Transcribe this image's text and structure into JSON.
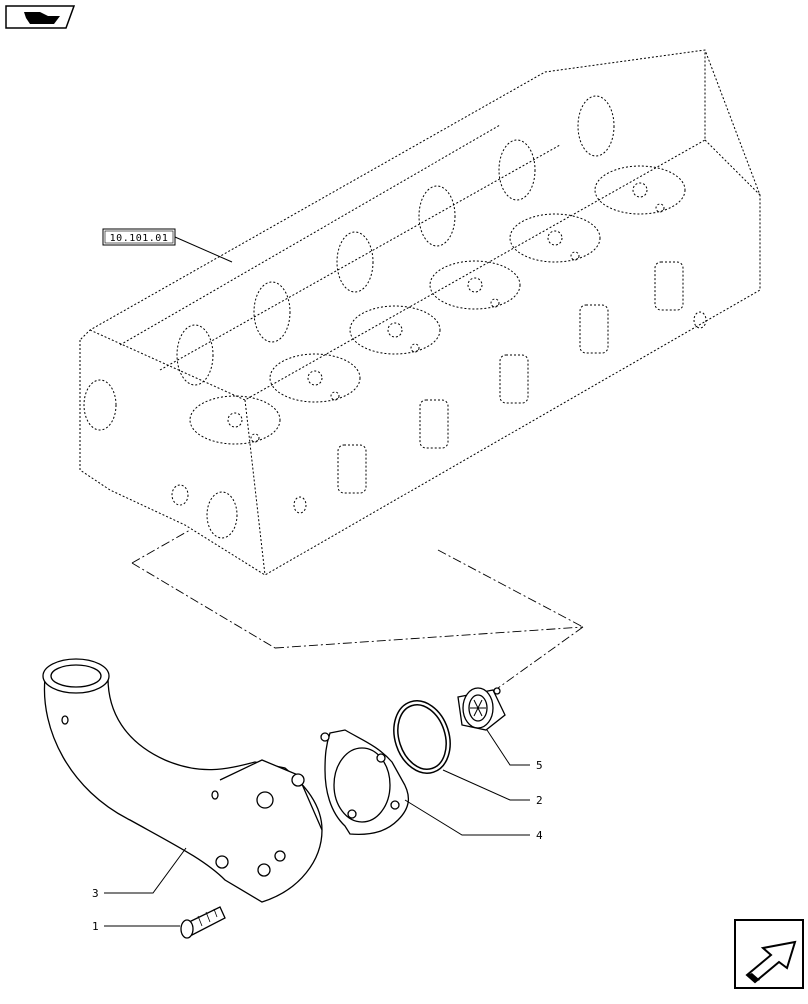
{
  "diagram": {
    "reference_tag": "10.101.01",
    "callouts": [
      "1",
      "2",
      "3",
      "4",
      "5"
    ]
  },
  "icons": {
    "top_left": "book-section-icon",
    "bottom_right": "next-page-arrow-icon"
  },
  "colors": {
    "line": "#000000",
    "background": "#ffffff"
  }
}
